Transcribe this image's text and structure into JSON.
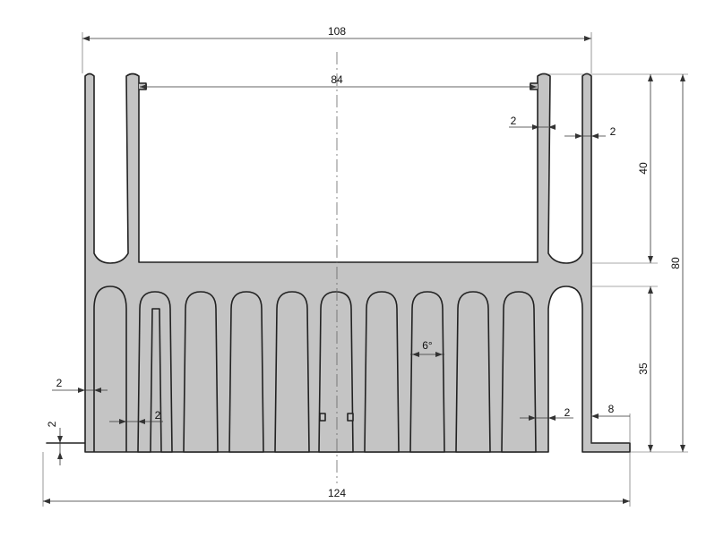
{
  "drawing": {
    "subject": "heatsink-profile-cross-section",
    "colors": {
      "body_fill": "#c4c4c4",
      "outline": "#222222",
      "dimension_lines": "#333333",
      "background": "#ffffff"
    },
    "dimensions": {
      "top_width": "108",
      "inner_width": "84",
      "base_width": "124",
      "upper_height": "40",
      "total_height": "80",
      "lower_height": "35",
      "flange_width": "8",
      "wall_top_left": "2",
      "wall_top_right": "2",
      "wall_side_left": "2",
      "flange_thickness": "2",
      "fin_thickness_left": "2",
      "fin_thickness_right": "2",
      "fin_taper_angle": "6°"
    }
  }
}
